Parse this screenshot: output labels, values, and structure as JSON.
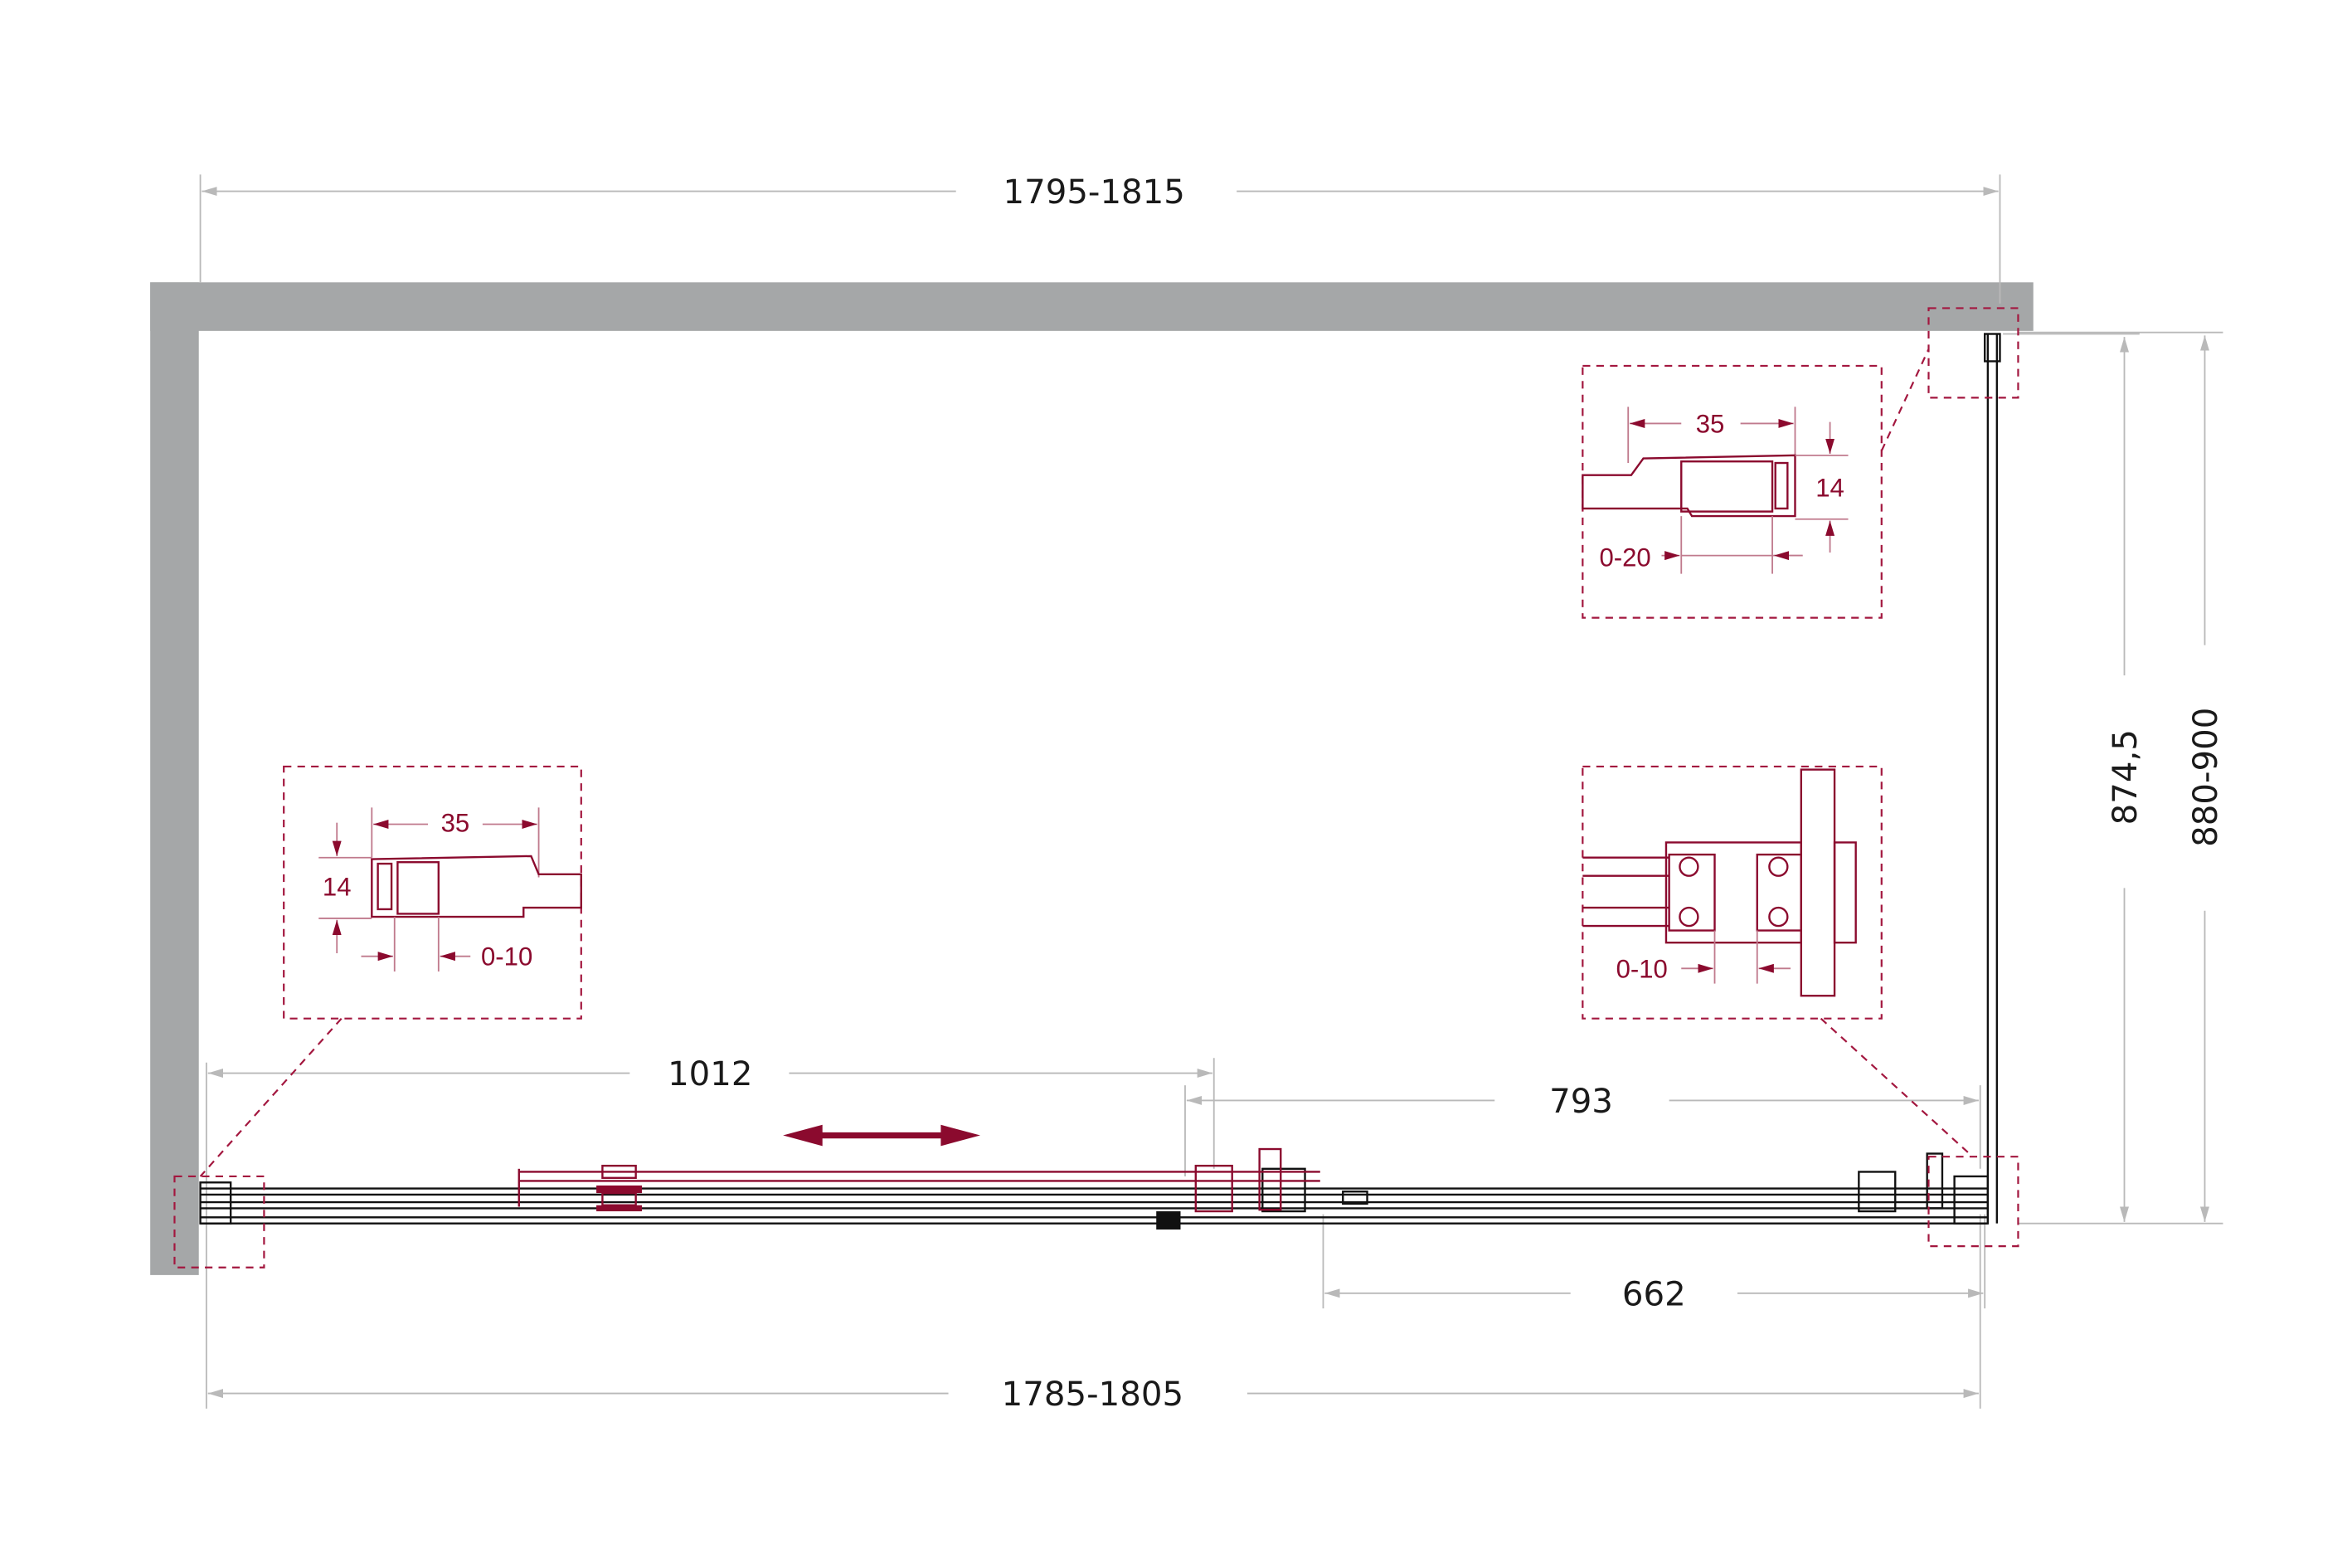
{
  "colors": {
    "wall": "#a5a7a8",
    "accent": "#8b0a2e",
    "dimension_line": "#b9b9b9"
  },
  "dimensions": {
    "top_width": "1795-1815",
    "bottom_width": "1785-1805",
    "door_opening": "1012",
    "fixed_panel": "793",
    "inner_panel": "662",
    "side_height": "874,5",
    "side_range": "880-900"
  },
  "details": {
    "top_right": {
      "width": "35",
      "height": "14",
      "adjust": "0-20"
    },
    "left": {
      "width": "35",
      "height": "14",
      "adjust": "0-10"
    },
    "bottom_right": {
      "adjust": "0-10"
    }
  }
}
